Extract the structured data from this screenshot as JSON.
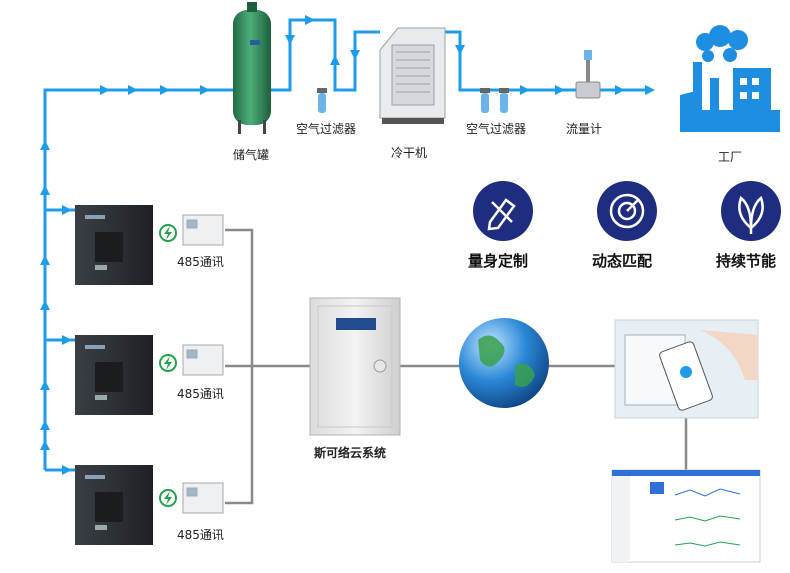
{
  "labels": {
    "tank": "储气罐",
    "filter1": "空气过滤器",
    "dryer": "冷干机",
    "filter2": "空气过滤器",
    "flowmeter": "流量计",
    "factory": "工厂",
    "comm1": "485通讯",
    "comm2": "485通讯",
    "comm3": "485通讯",
    "cloud": "斯可络云系统"
  },
  "features": [
    {
      "label": "量身定制",
      "icon": "pen-ruler-icon"
    },
    {
      "label": "动态匹配",
      "icon": "gauge-icon"
    },
    {
      "label": "持续节能",
      "icon": "leaf-icon"
    }
  ],
  "colors": {
    "pipe": "#1e9be9",
    "feature_circle": "#1f2d80",
    "factory": "#1e8fe0",
    "cable": "#8a8a8a",
    "tank": "#2f8a5a",
    "compressor": "#2b2f33"
  }
}
